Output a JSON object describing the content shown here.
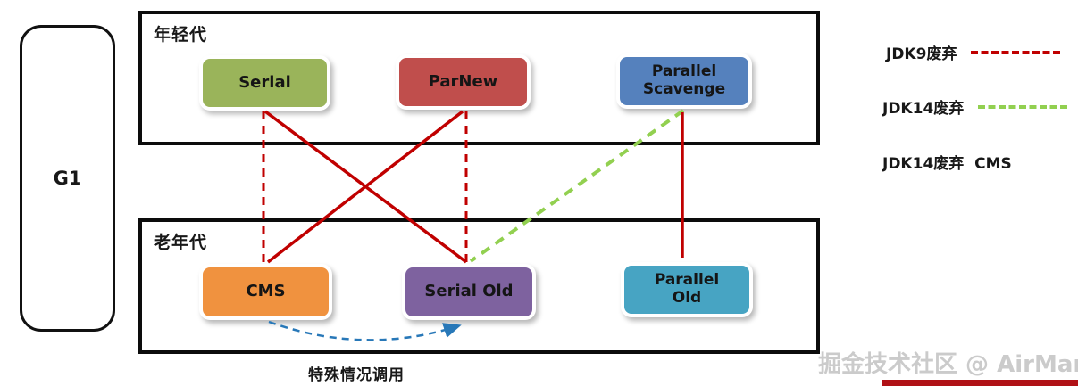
{
  "diagram": {
    "g1_label": "G1",
    "young": {
      "label": "年轻代",
      "nodes": [
        {
          "id": "serial",
          "label": "Serial",
          "color": "#9ab45a"
        },
        {
          "id": "parnew",
          "label": "ParNew",
          "color": "#c04e4c"
        },
        {
          "id": "parallel-scavenge",
          "label": "Parallel\nScavenge",
          "color": "#5581bd"
        }
      ]
    },
    "old": {
      "label": "老年代",
      "nodes": [
        {
          "id": "cms",
          "label": "CMS",
          "color": "#f0923f"
        },
        {
          "id": "serial-old",
          "label": "Serial Old",
          "color": "#7e629f"
        },
        {
          "id": "parallel-old",
          "label": "Parallel\nOld",
          "color": "#47a4c3"
        }
      ]
    },
    "edges": [
      {
        "from": "serial",
        "to": "cms",
        "style": "dashed",
        "color": "#c00000"
      },
      {
        "from": "serial",
        "to": "serial-old",
        "style": "solid",
        "color": "#c00000"
      },
      {
        "from": "parnew",
        "to": "cms",
        "style": "solid",
        "color": "#c00000"
      },
      {
        "from": "parnew",
        "to": "serial-old",
        "style": "dashed",
        "color": "#c00000"
      },
      {
        "from": "parallel-scavenge",
        "to": "serial-old",
        "style": "dashed",
        "color": "#92d050"
      },
      {
        "from": "parallel-scavenge",
        "to": "parallel-old",
        "style": "solid",
        "color": "#c00000"
      },
      {
        "from": "cms",
        "to": "serial-old",
        "style": "dashed",
        "color": "#2878b8",
        "arrow": true
      }
    ],
    "annotation": "特殊情况调用"
  },
  "legend": {
    "items": [
      {
        "label": "JDK9废弃",
        "line_style": "dashed",
        "line_color": "#c00000"
      },
      {
        "label": "JDK14废弃",
        "line_style": "dashed",
        "line_color": "#92d050"
      },
      {
        "label": "JDK14废弃  CMS",
        "line_style": "none",
        "line_color": ""
      }
    ]
  },
  "watermark": "掘金技术社区 @ AirMan"
}
